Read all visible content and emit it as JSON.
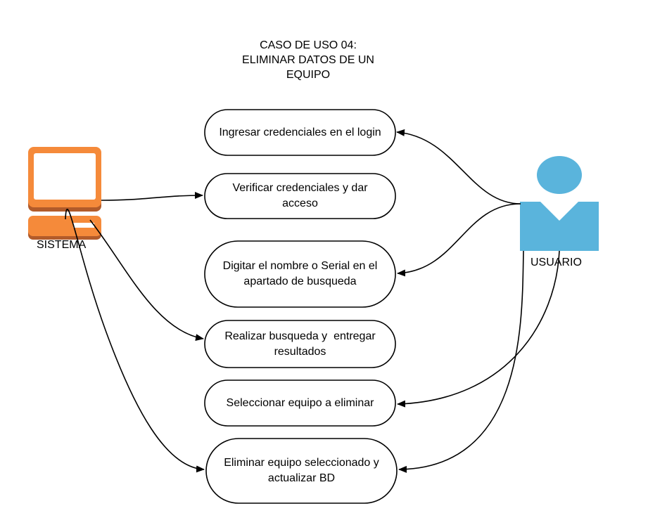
{
  "title": {
    "lines": [
      "CASO DE USO  04:",
      "ELIMINAR DATOS DE UN",
      "EQUIPO"
    ]
  },
  "actors": {
    "system": {
      "label": "SISTEMA",
      "icon": "computer-icon",
      "color": "#f58a3a",
      "shadow_color": "#b25b2a"
    },
    "user": {
      "label": "USUARIO",
      "icon": "person-icon",
      "color": "#5ab4dc"
    }
  },
  "use_cases": [
    {
      "id": "login",
      "label": "Ingresar credenciales en el login"
    },
    {
      "id": "verify",
      "label": "Verificar credenciales y dar acceso"
    },
    {
      "id": "search_input",
      "label": "Digitar el nombre o Serial en el apartado de busqueda"
    },
    {
      "id": "search_result",
      "label": "Realizar busqueda y  entregar resultados"
    },
    {
      "id": "select",
      "label": "Seleccionar equipo a eliminar"
    },
    {
      "id": "delete",
      "label": "Eliminar equipo seleccionado y actualizar BD"
    }
  ],
  "relations": [
    {
      "from": "user",
      "to": "login"
    },
    {
      "from": "system",
      "to": "verify"
    },
    {
      "from": "user",
      "to": "search_input"
    },
    {
      "from": "system",
      "to": "search_result"
    },
    {
      "from": "user",
      "to": "select"
    },
    {
      "from": "system",
      "to": "delete"
    },
    {
      "from": "user",
      "to": "delete"
    }
  ]
}
